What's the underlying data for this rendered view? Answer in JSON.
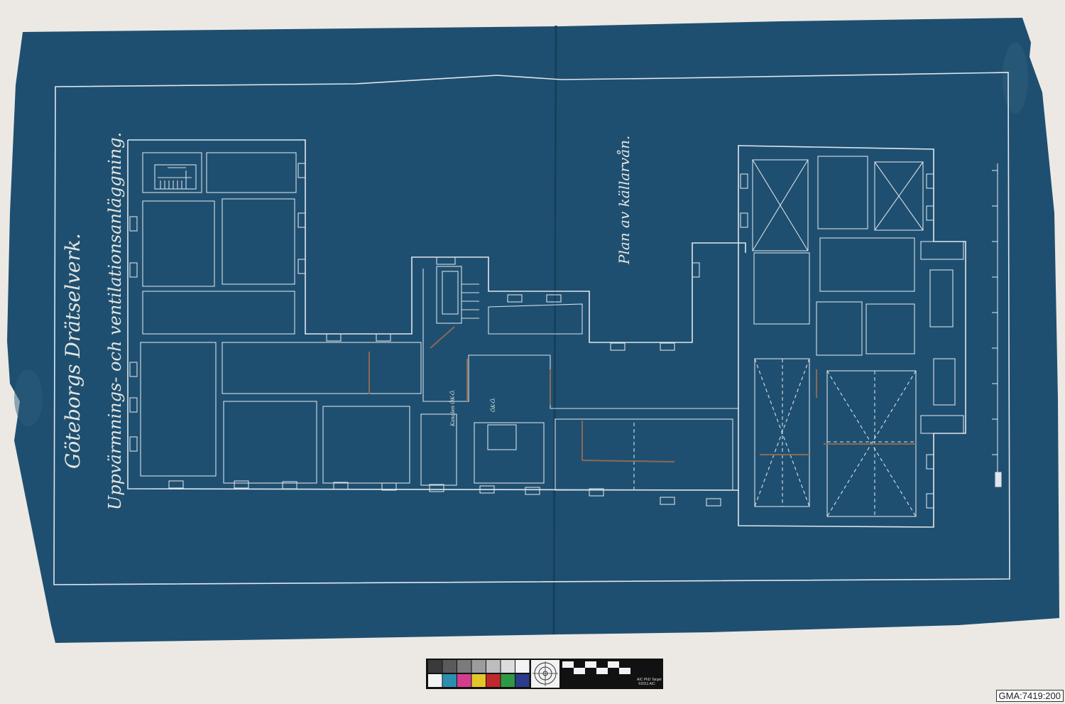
{
  "drawing": {
    "title_line_1": "Göteborgs Drätselverk.",
    "title_line_2": "Uppvärmnings- och ventilationsanläggning.",
    "plan_label": "Plan av källarvån.",
    "small_label_1": "Kanalen ÖK-Ö.",
    "small_label_2": "ÖK-Ö."
  },
  "color_target": {
    "line_1": "AIC PhD Target",
    "line_2": "©2011 AIC",
    "patch_colors": [
      "#1f1f1f",
      "#3a3a3a",
      "#5a5a5a",
      "#7b7b7b",
      "#9c9c9c",
      "#bdbdbd",
      "#dcdcdc",
      "#f3f3f3",
      "#2b8fb0",
      "#d43d8f",
      "#e3c629",
      "#c0292c",
      "#2f9a45",
      "#2c3b8c"
    ]
  },
  "catalog_label": "GMA:7419:200"
}
